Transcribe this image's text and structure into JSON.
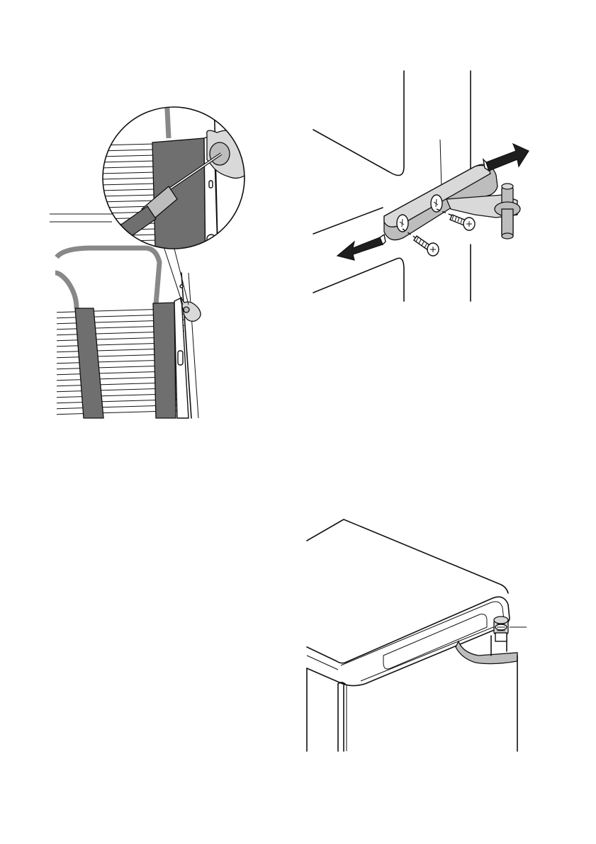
{
  "figures": [
    {
      "id": "fig-condenser-detail",
      "parts": [
        "magnified-circle",
        "screwdriver",
        "condenser-grille",
        "mounting-clip"
      ]
    },
    {
      "id": "fig-hinge-bracket",
      "parts": [
        "hinge-bracket",
        "screws",
        "hinge-pin",
        "direction-arrows"
      ]
    },
    {
      "id": "fig-top-hinge",
      "parts": [
        "appliance-top-cover",
        "door",
        "hinge-pin-cap"
      ]
    }
  ],
  "colors": {
    "line": "#111111",
    "dark_fill": "#6f6f6f",
    "mid_fill": "#bdbdbd",
    "light_fill": "#d9d9d9"
  }
}
